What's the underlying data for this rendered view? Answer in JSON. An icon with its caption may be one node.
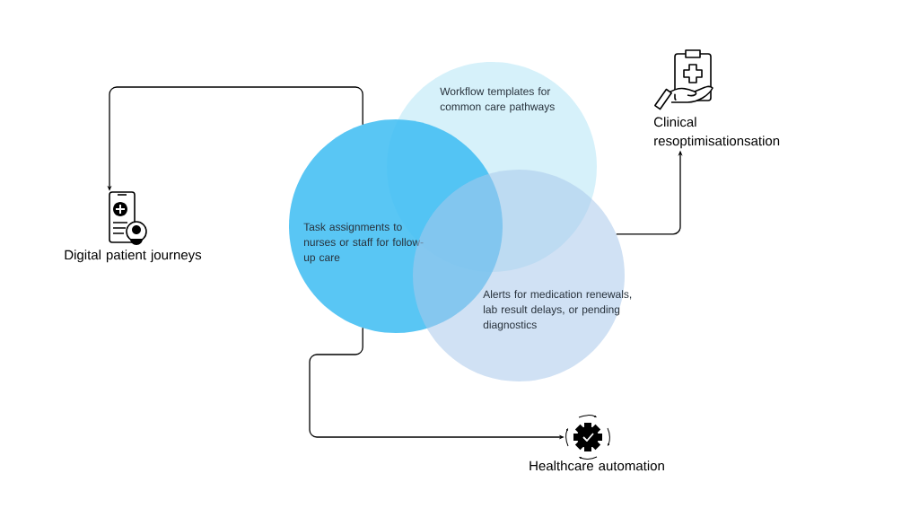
{
  "diagram": {
    "nodes": [
      {
        "text": [
          "Workflow templates for common care pathways"
        ]
      },
      {
        "text": [
          "Task assignments to nurses or staff for follow-up care"
        ]
      },
      {
        "text": [
          "Alerts for medication renewals, lab result delays, or pending diagnostics"
        ]
      },
      {
        "text": [
          "Digital patient journeys"
        ]
      },
      {
        "text": [
          "Clinical resoptimisationsation"
        ]
      },
      {
        "text": [
          "Healthcare automation"
        ]
      }
    ],
    "edges": [
      {
        "from": 1,
        "to": 3,
        "arrow": "to"
      },
      {
        "from": 1,
        "to": 5,
        "arrow": "to"
      },
      {
        "from": 2,
        "to": 4,
        "arrow": "to"
      }
    ]
  }
}
